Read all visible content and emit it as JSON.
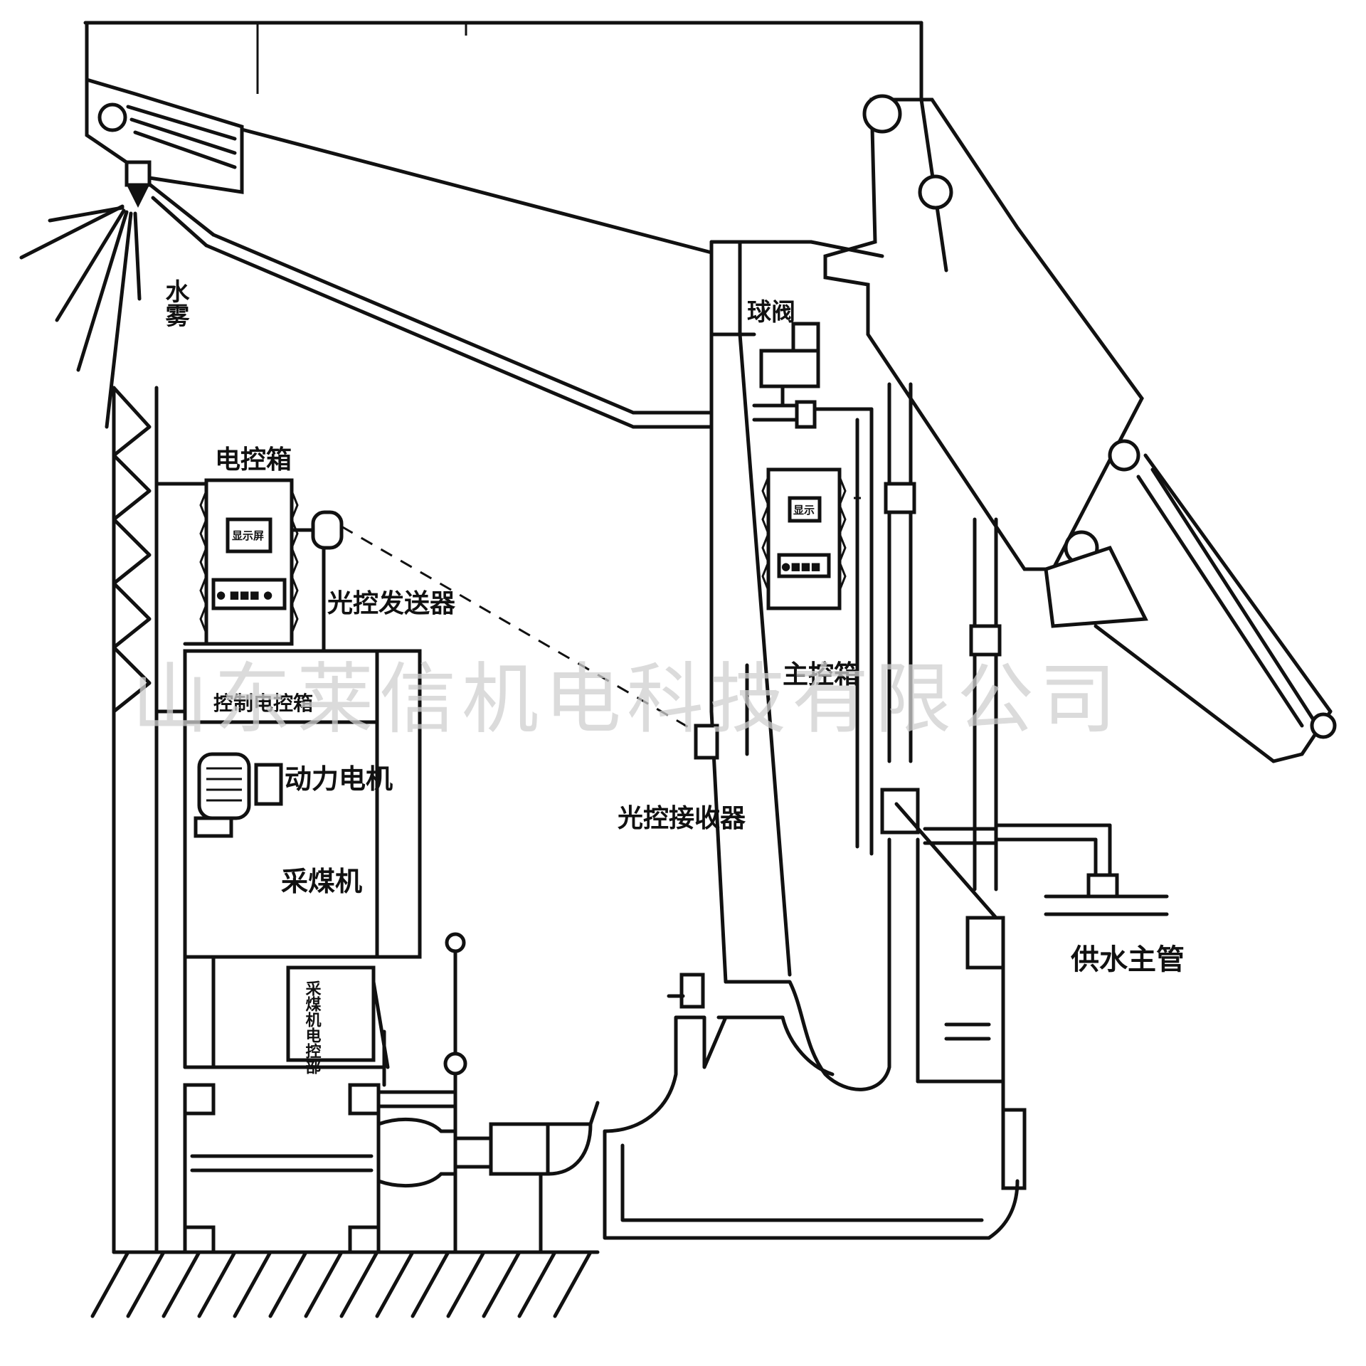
{
  "labels": {
    "nozzle": "水雾",
    "control_box": "电控箱",
    "optical_transmitter": "光控发送器",
    "valve": "球阀",
    "main_control_box": "主控箱",
    "optical_receiver": "光控接收器",
    "power_motor": "动力电机",
    "shearer": "采煤机",
    "water_main": "供水主管"
  },
  "small_labels": {
    "control_box_screen": "显示屏",
    "control_box_buttons": "● ■■■ ●",
    "main_box_screen": "显示",
    "main_box_buttons": "●■■■",
    "motor_plate": "采煤机电控部",
    "power_box": "控制电控箱"
  },
  "watermark": "山东莱信机电科技有限公司"
}
